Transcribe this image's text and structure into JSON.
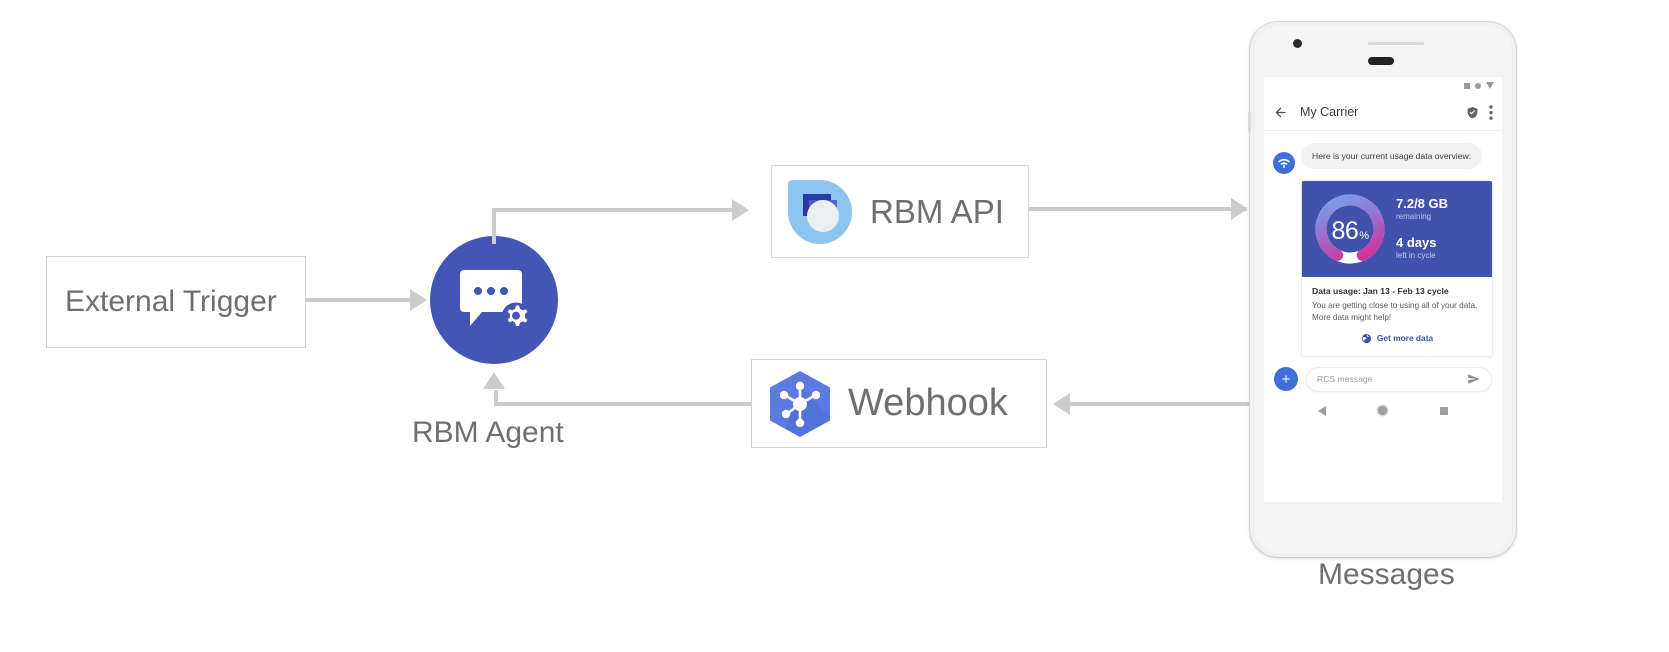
{
  "diagram": {
    "nodes": {
      "external_trigger": {
        "label": "External Trigger"
      },
      "rbm_agent": {
        "caption": "RBM Agent",
        "icon": "chat-gear-icon"
      },
      "rbm_api": {
        "label": "RBM API",
        "icon": "rbm-api-icon"
      },
      "webhook": {
        "label": "Webhook",
        "icon": "webhook-hexagon-icon"
      },
      "messages": {
        "caption": "Messages"
      }
    },
    "colors": {
      "agent_circle": "#4356b5",
      "connector": "#cccccc",
      "box_border": "#d4d4d4",
      "label_text": "#6f6f6f"
    }
  },
  "phone": {
    "status_bar": {
      "icons": [
        "square-icon",
        "circle-icon",
        "triangle-down-icon"
      ]
    },
    "app_bar": {
      "back_icon": "arrow-left-icon",
      "title": "My Carrier",
      "verified_icon": "verified-shield-icon",
      "overflow_icon": "more-vertical-icon"
    },
    "conversation": {
      "avatar_icon": "wifi-signal-icon",
      "message": "Here is your current usage data overview:",
      "card": {
        "donut": {
          "percent_value": "86",
          "percent_unit": "%",
          "percent_number": 86,
          "colors": {
            "start": "#6fa8f0",
            "mid": "#9b6fd0",
            "end": "#e0218a",
            "track": "#ffffff"
          }
        },
        "stats": [
          {
            "value": "7.2/8 GB",
            "label": "remaining"
          },
          {
            "value": "4 days",
            "label": "left in cycle"
          }
        ],
        "hero_background": "#4052ab",
        "title": "Data usage: Jan 13 - Feb 13 cycle",
        "body_line_1": "You are getting close to using all of your data.",
        "body_line_2": "More data might help!",
        "action": {
          "icon": "globe-icon",
          "label": "Get more data",
          "color": "#4052ab"
        }
      }
    },
    "composer": {
      "add_icon": "plus-icon",
      "placeholder": "RCS message",
      "send_icon": "send-icon"
    },
    "nav_bar": {
      "back_icon": "nav-back-icon",
      "home_icon": "nav-home-icon",
      "recents_icon": "nav-recents-icon"
    }
  }
}
